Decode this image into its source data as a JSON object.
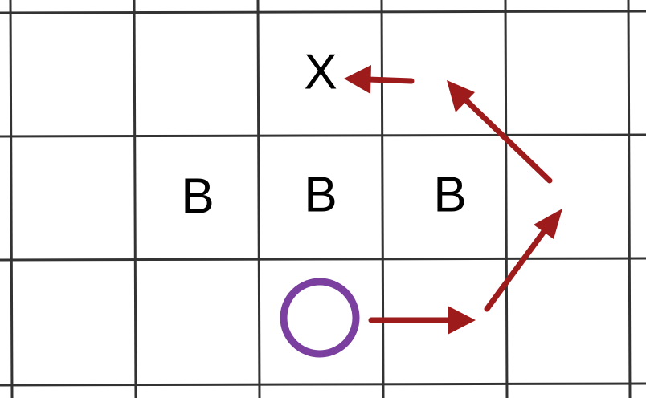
{
  "grid": {
    "line_color": "#333333",
    "background": "#ffffff"
  },
  "labels": {
    "target": "X",
    "blocks": [
      "B",
      "B",
      "B"
    ]
  },
  "start": {
    "shape": "circle",
    "color": "#7b3fa0"
  },
  "path_arrows": {
    "color": "#9e1b1b",
    "count": 4
  }
}
